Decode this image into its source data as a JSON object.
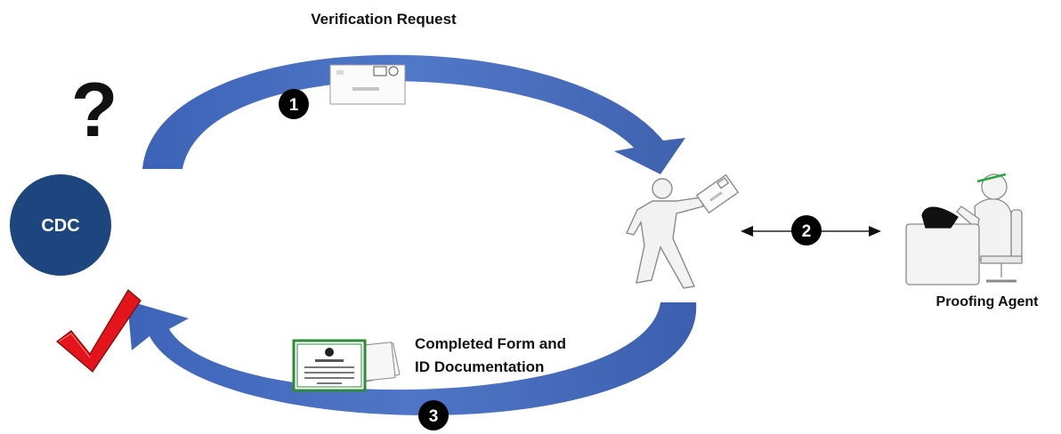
{
  "top_arrow": {
    "label": "Verification Request"
  },
  "bottom_arrow": {
    "label_line1": "Completed Form and",
    "label_line2": "ID Documentation"
  },
  "cdc": {
    "label": "CDC"
  },
  "agent": {
    "label": "Proofing Agent"
  },
  "question_mark": "?",
  "steps": {
    "one": "1",
    "two": "2",
    "three": "3"
  },
  "colors": {
    "arrow_blue": "#4a6fc0",
    "cdc_navy": "#1e467e",
    "check_red": "#e3141b",
    "certificate_green": "#2e8b3a",
    "badge_black": "#000000"
  },
  "icons": [
    "question-mark-icon",
    "checkmark-icon",
    "envelope-icon",
    "walking-person-icon",
    "certificate-icon",
    "desk-agent-icon",
    "double-arrow-icon"
  ]
}
